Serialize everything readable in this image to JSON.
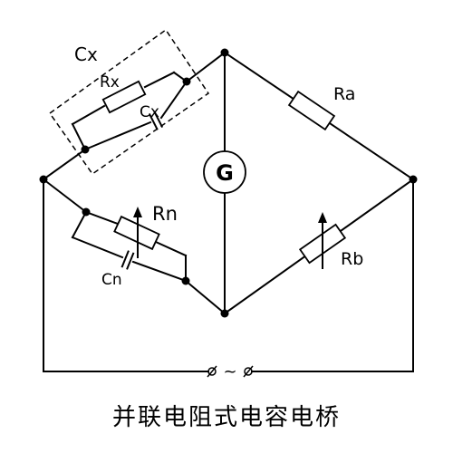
{
  "caption": "并联电阻式电容电桥",
  "labels": {
    "cx_box": "Cx",
    "rx": "Rx",
    "cx_cap": "Cx",
    "rn": "Rn",
    "cn": "Cn",
    "ra": "Ra",
    "rb": "Rb",
    "galvanometer": "G",
    "source": "~"
  },
  "icons": {
    "variable_arrow": "arrow-up-icon"
  }
}
